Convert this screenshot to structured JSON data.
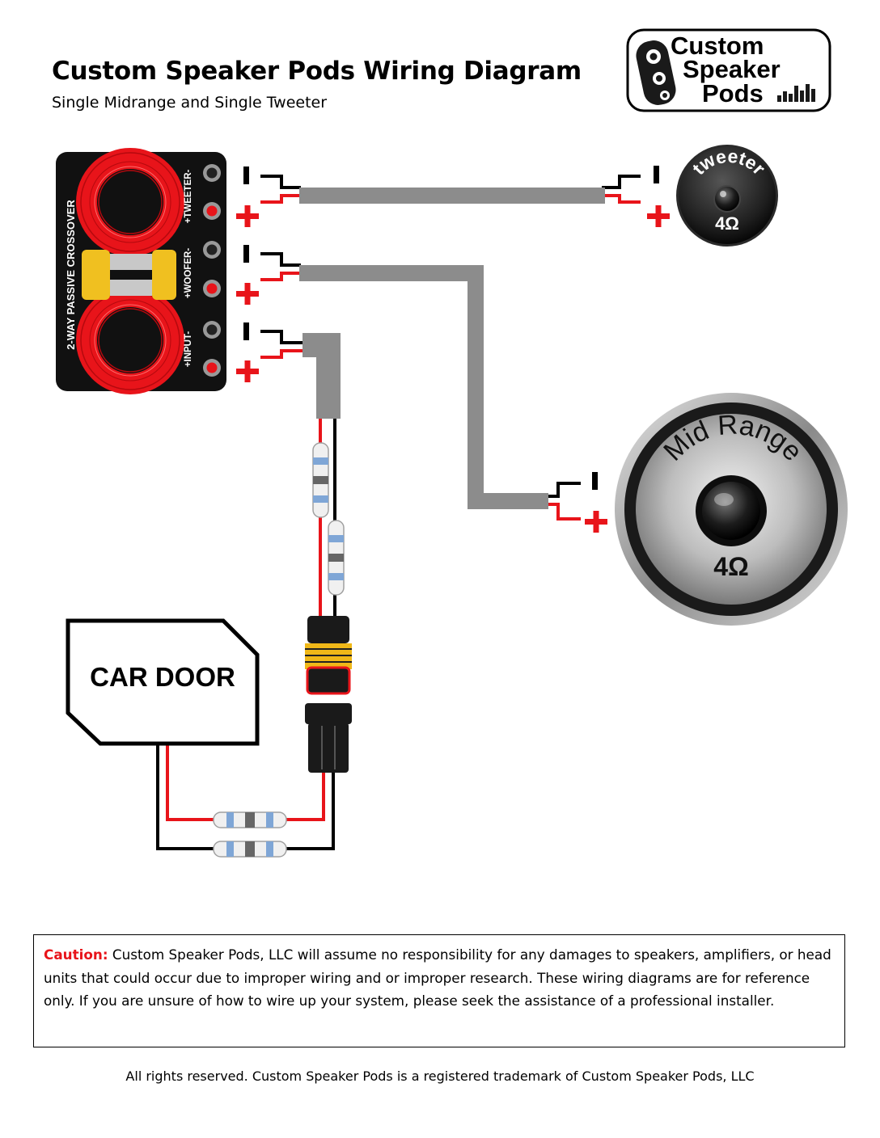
{
  "header": {
    "title": "Custom Speaker Pods Wiring Diagram",
    "subtitle": "Single Midrange and Single Tweeter"
  },
  "logo": {
    "line1": "Custom",
    "line2": "Speaker",
    "line3": "Pods",
    "icon": "speaker-pod-icon"
  },
  "crossover": {
    "label": "2-WAY PASSIVE CROSSOVER",
    "terminals": [
      {
        "label": "+TWEETER-"
      },
      {
        "label": "+WOOFER-"
      },
      {
        "label": "+INPUT-"
      }
    ]
  },
  "polarity": {
    "negative": "-",
    "positive": "+"
  },
  "tweeter": {
    "label": "tweeter",
    "impedance": "4Ω"
  },
  "midrange": {
    "label": "Mid Range",
    "impedance": "4Ω"
  },
  "car_door": {
    "label": "CAR DOOR"
  },
  "caution": {
    "label": "Caution:",
    "text": " Custom Speaker Pods, LLC will assume no responsibility for any damages to speakers, amplifiers, or head units that could occur due to improper wiring and or improper research.  These wiring diagrams are for reference only.  If you are unsure of how to wire up your system, please seek the assistance of a professional installer."
  },
  "footer": {
    "text": "All rights reserved. Custom Speaker Pods is a registered trademark of Custom Speaker Pods, LLC"
  },
  "colors": {
    "wire_positive": "#e8141a",
    "wire_negative": "#000000",
    "cable": "#8c8c8c",
    "coil": "#e8141a",
    "capacitor": "#f0c020",
    "connector_body": "#1a1a1a",
    "connector_seal": "#f0b818",
    "crimp_band": "#7fa6d6"
  }
}
